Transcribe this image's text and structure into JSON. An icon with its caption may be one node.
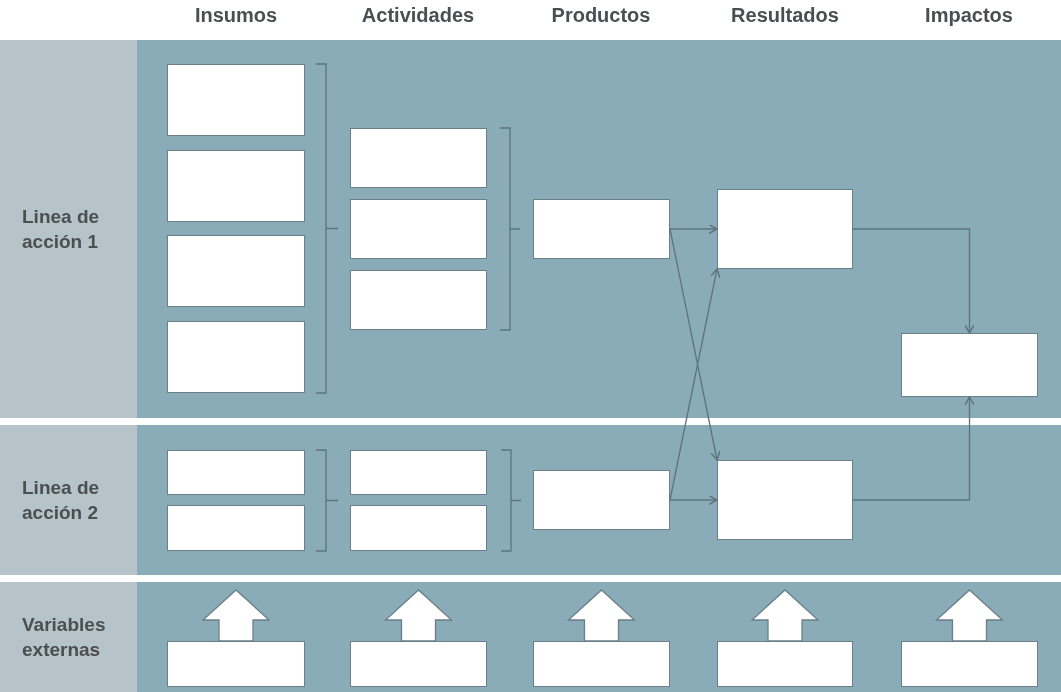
{
  "diagram": {
    "nodes": [
      {
        "text": [
          "Linea de acción 1"
        ]
      },
      {
        "text": [],
        "shape": "box",
        "in": 0
      },
      {
        "text": [],
        "shape": "box",
        "in": 0
      },
      {
        "text": [],
        "shape": "box",
        "in": 0
      },
      {
        "text": [],
        "shape": "box",
        "in": 0
      },
      {
        "text": [],
        "shape": "box",
        "in": 0
      },
      {
        "text": [],
        "shape": "box",
        "in": 0
      },
      {
        "text": [],
        "shape": "box",
        "in": 0
      },
      {
        "text": [],
        "shape": "box",
        "in": 0
      },
      {
        "text": [],
        "shape": "box",
        "in": 0
      },
      {
        "text": [],
        "shape": "box",
        "in": 0
      },
      {
        "text": [
          "Linea de acción 2"
        ]
      },
      {
        "text": [],
        "shape": "box",
        "in": 11
      },
      {
        "text": [],
        "shape": "box",
        "in": 11
      },
      {
        "text": [],
        "shape": "box",
        "in": 11
      },
      {
        "text": [],
        "shape": "box",
        "in": 11
      },
      {
        "text": [],
        "shape": "box",
        "in": 11
      },
      {
        "text": [],
        "shape": "box",
        "in": 11
      },
      {
        "text": [
          "Variables externas"
        ]
      },
      {
        "text": [],
        "shape": "box",
        "in": 18
      },
      {
        "text": [],
        "shape": "box",
        "in": 18
      },
      {
        "text": [],
        "shape": "box",
        "in": 18
      },
      {
        "text": [],
        "shape": "box",
        "in": 18
      },
      {
        "text": [],
        "shape": "box",
        "in": 18
      }
    ],
    "edges": [
      {
        "from": 8,
        "to": 9,
        "arrow": "to"
      },
      {
        "from": 8,
        "to": 17,
        "arrow": "to"
      },
      {
        "from": 16,
        "to": 9,
        "arrow": "to"
      },
      {
        "from": 16,
        "to": 17,
        "arrow": "to"
      },
      {
        "from": 9,
        "to": 10,
        "arrow": "to"
      },
      {
        "from": 17,
        "to": 10,
        "arrow": "to"
      },
      {
        "from": 19,
        "to": null,
        "arrow": "to"
      },
      {
        "from": 20,
        "to": null,
        "arrow": "to"
      },
      {
        "from": 21,
        "to": null,
        "arrow": "to"
      },
      {
        "from": 22,
        "to": null,
        "arrow": "to"
      },
      {
        "from": 23,
        "to": null,
        "arrow": "to"
      }
    ],
    "labels": [
      "Insumos",
      "Actividades",
      "Productos",
      "Resultados",
      "Impactos"
    ]
  }
}
